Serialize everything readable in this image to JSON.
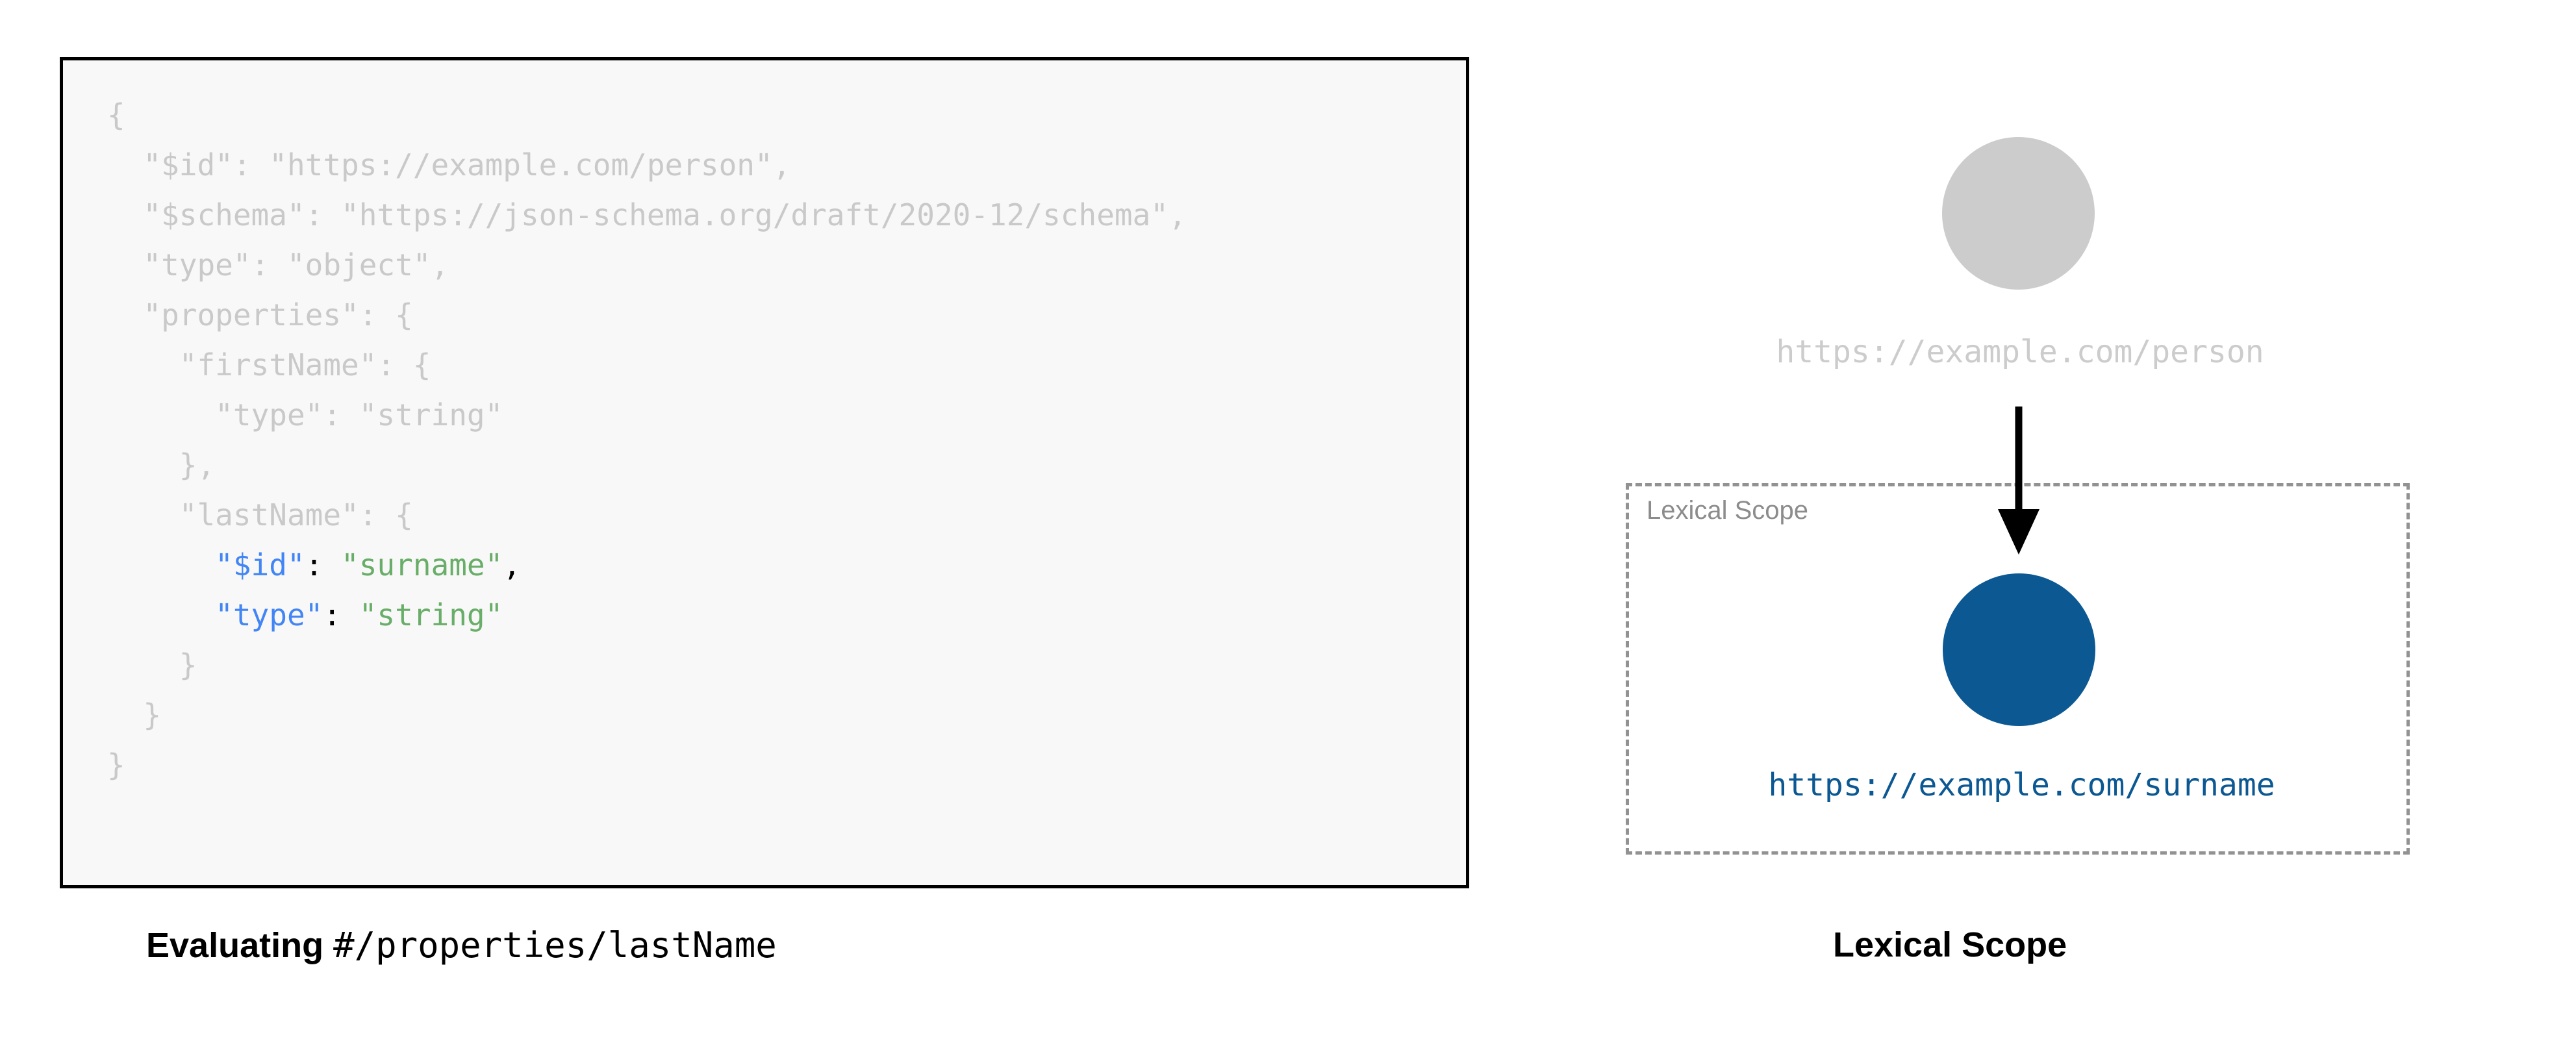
{
  "code_block": {
    "language": "json",
    "lines": [
      [
        {
          "t": "{",
          "c": "dim"
        }
      ],
      [
        {
          "t": "  \"$id\": \"https://example.com/person\",",
          "c": "dim"
        }
      ],
      [
        {
          "t": "  \"$schema\": \"https://json-schema.org/draft/2020-12/schema\",",
          "c": "dim"
        }
      ],
      [
        {
          "t": "  \"type\": \"object\",",
          "c": "dim"
        }
      ],
      [
        {
          "t": "  \"properties\": {",
          "c": "dim"
        }
      ],
      [
        {
          "t": "    \"firstName\": {",
          "c": "dim"
        }
      ],
      [
        {
          "t": "      \"type\": \"string\"",
          "c": "dim"
        }
      ],
      [
        {
          "t": "    },",
          "c": "dim"
        }
      ],
      [
        {
          "t": "    \"lastName\": {",
          "c": "dim"
        }
      ],
      [
        {
          "t": "      ",
          "c": "dim"
        },
        {
          "t": "\"$id\"",
          "c": "key"
        },
        {
          "t": ": ",
          "c": "punc"
        },
        {
          "t": "\"surname\"",
          "c": "str"
        },
        {
          "t": ",",
          "c": "punc"
        }
      ],
      [
        {
          "t": "      ",
          "c": "dim"
        },
        {
          "t": "\"type\"",
          "c": "key"
        },
        {
          "t": ": ",
          "c": "punc"
        },
        {
          "t": "\"string\"",
          "c": "str"
        }
      ],
      [
        {
          "t": "    }",
          "c": "dim"
        }
      ],
      [
        {
          "t": "  }",
          "c": "dim"
        }
      ],
      [
        {
          "t": "}",
          "c": "dim"
        }
      ]
    ],
    "colors": {
      "dim": "#c9c9c9",
      "key": "#4285f4",
      "string": "#68ad68",
      "punctuation": "#000000",
      "background": "#f8f8f8",
      "border": "#000000"
    }
  },
  "captions": {
    "left": {
      "prefix": "Evaluating",
      "pointer": "#/properties/lastName"
    },
    "right": {
      "text": "Lexical Scope"
    }
  },
  "diagram": {
    "root_node": {
      "label": "https://example.com/person",
      "color": "#cccccc"
    },
    "scoped_node": {
      "label": "https://example.com/surname",
      "color": "#0b5893"
    },
    "scope_region": {
      "label": "Lexical Scope",
      "border_color": "#929292",
      "style": "dashed"
    },
    "arrow": {
      "direction": "down",
      "color": "#000000"
    }
  }
}
